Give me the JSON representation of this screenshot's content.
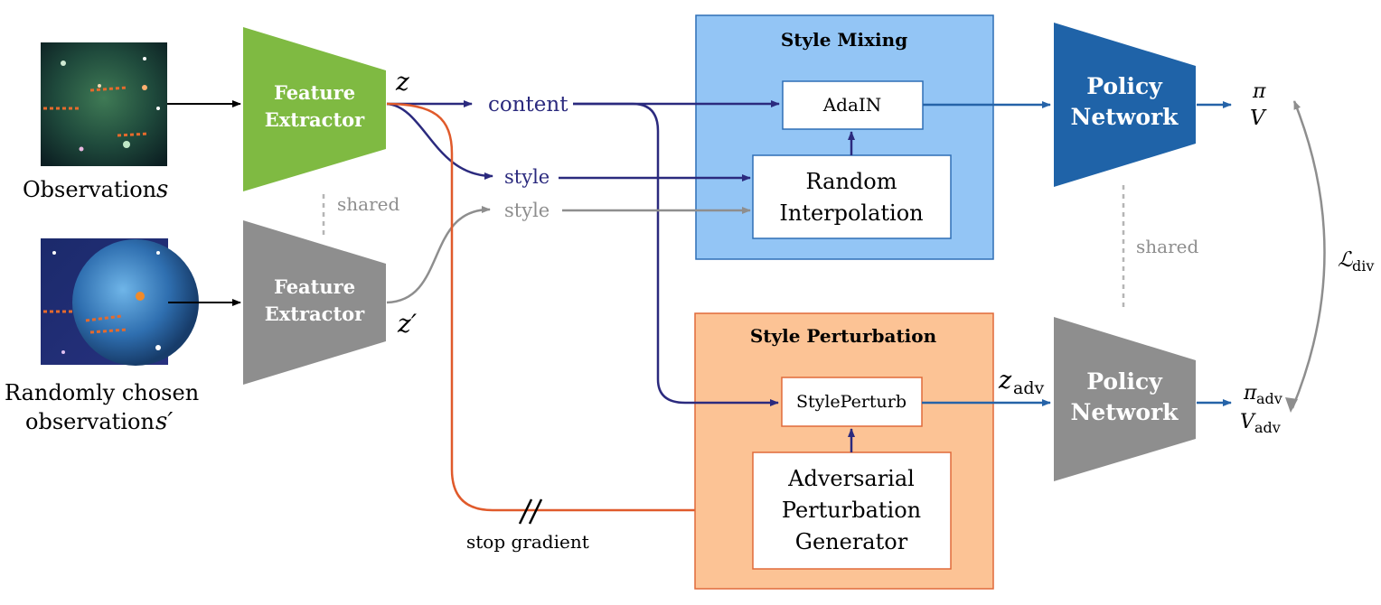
{
  "inputs": {
    "observation_label": "Observation",
    "observation_symbol": "s",
    "random_label_line1": "Randomly chosen",
    "random_label_line2": "observation",
    "random_symbol": "s′"
  },
  "encoders": {
    "top_line1": "Feature",
    "top_line2": "Extractor",
    "bottom_line1": "Feature",
    "bottom_line2": "Extractor",
    "shared_label": "shared",
    "z_symbol": "z",
    "z_prime_symbol": "z′"
  },
  "streams": {
    "content": "content",
    "style": "style",
    "style2": "style",
    "stop_gradient": "stop gradient"
  },
  "style_mixing": {
    "title": "Style Mixing",
    "adain": "AdaIN",
    "random_line1": "Random",
    "random_line2": "Interpolation"
  },
  "style_perturbation": {
    "title": "Style Perturbation",
    "perturb": "StylePerturb",
    "gen_line1": "Adversarial",
    "gen_line2": "Perturbation",
    "gen_line3": "Generator"
  },
  "policies": {
    "top_line1": "Policy",
    "top_line2": "Network",
    "bottom_line1": "Policy",
    "bottom_line2": "Network",
    "shared_label": "shared",
    "z_adv_main": "z",
    "z_adv_sub": "adv"
  },
  "outputs": {
    "pi": "π",
    "v": "V",
    "pi_adv_main": "π",
    "pi_adv_sub": "adv",
    "v_adv_main": "V",
    "v_adv_sub": "adv",
    "loss_main": "ℒ",
    "loss_sub": "div"
  },
  "colors": {
    "navy": "#2b2a7e",
    "blue": "#2563a8",
    "orange": "#e05a2b",
    "gray": "#8e8e8e",
    "green": "#7fba42",
    "policy_blue": "#1f63a8",
    "mix_fill": "#93c5f5",
    "mix_border": "#2f6fb5",
    "pert_fill": "#fcc395",
    "pert_border": "#e06a3a"
  }
}
